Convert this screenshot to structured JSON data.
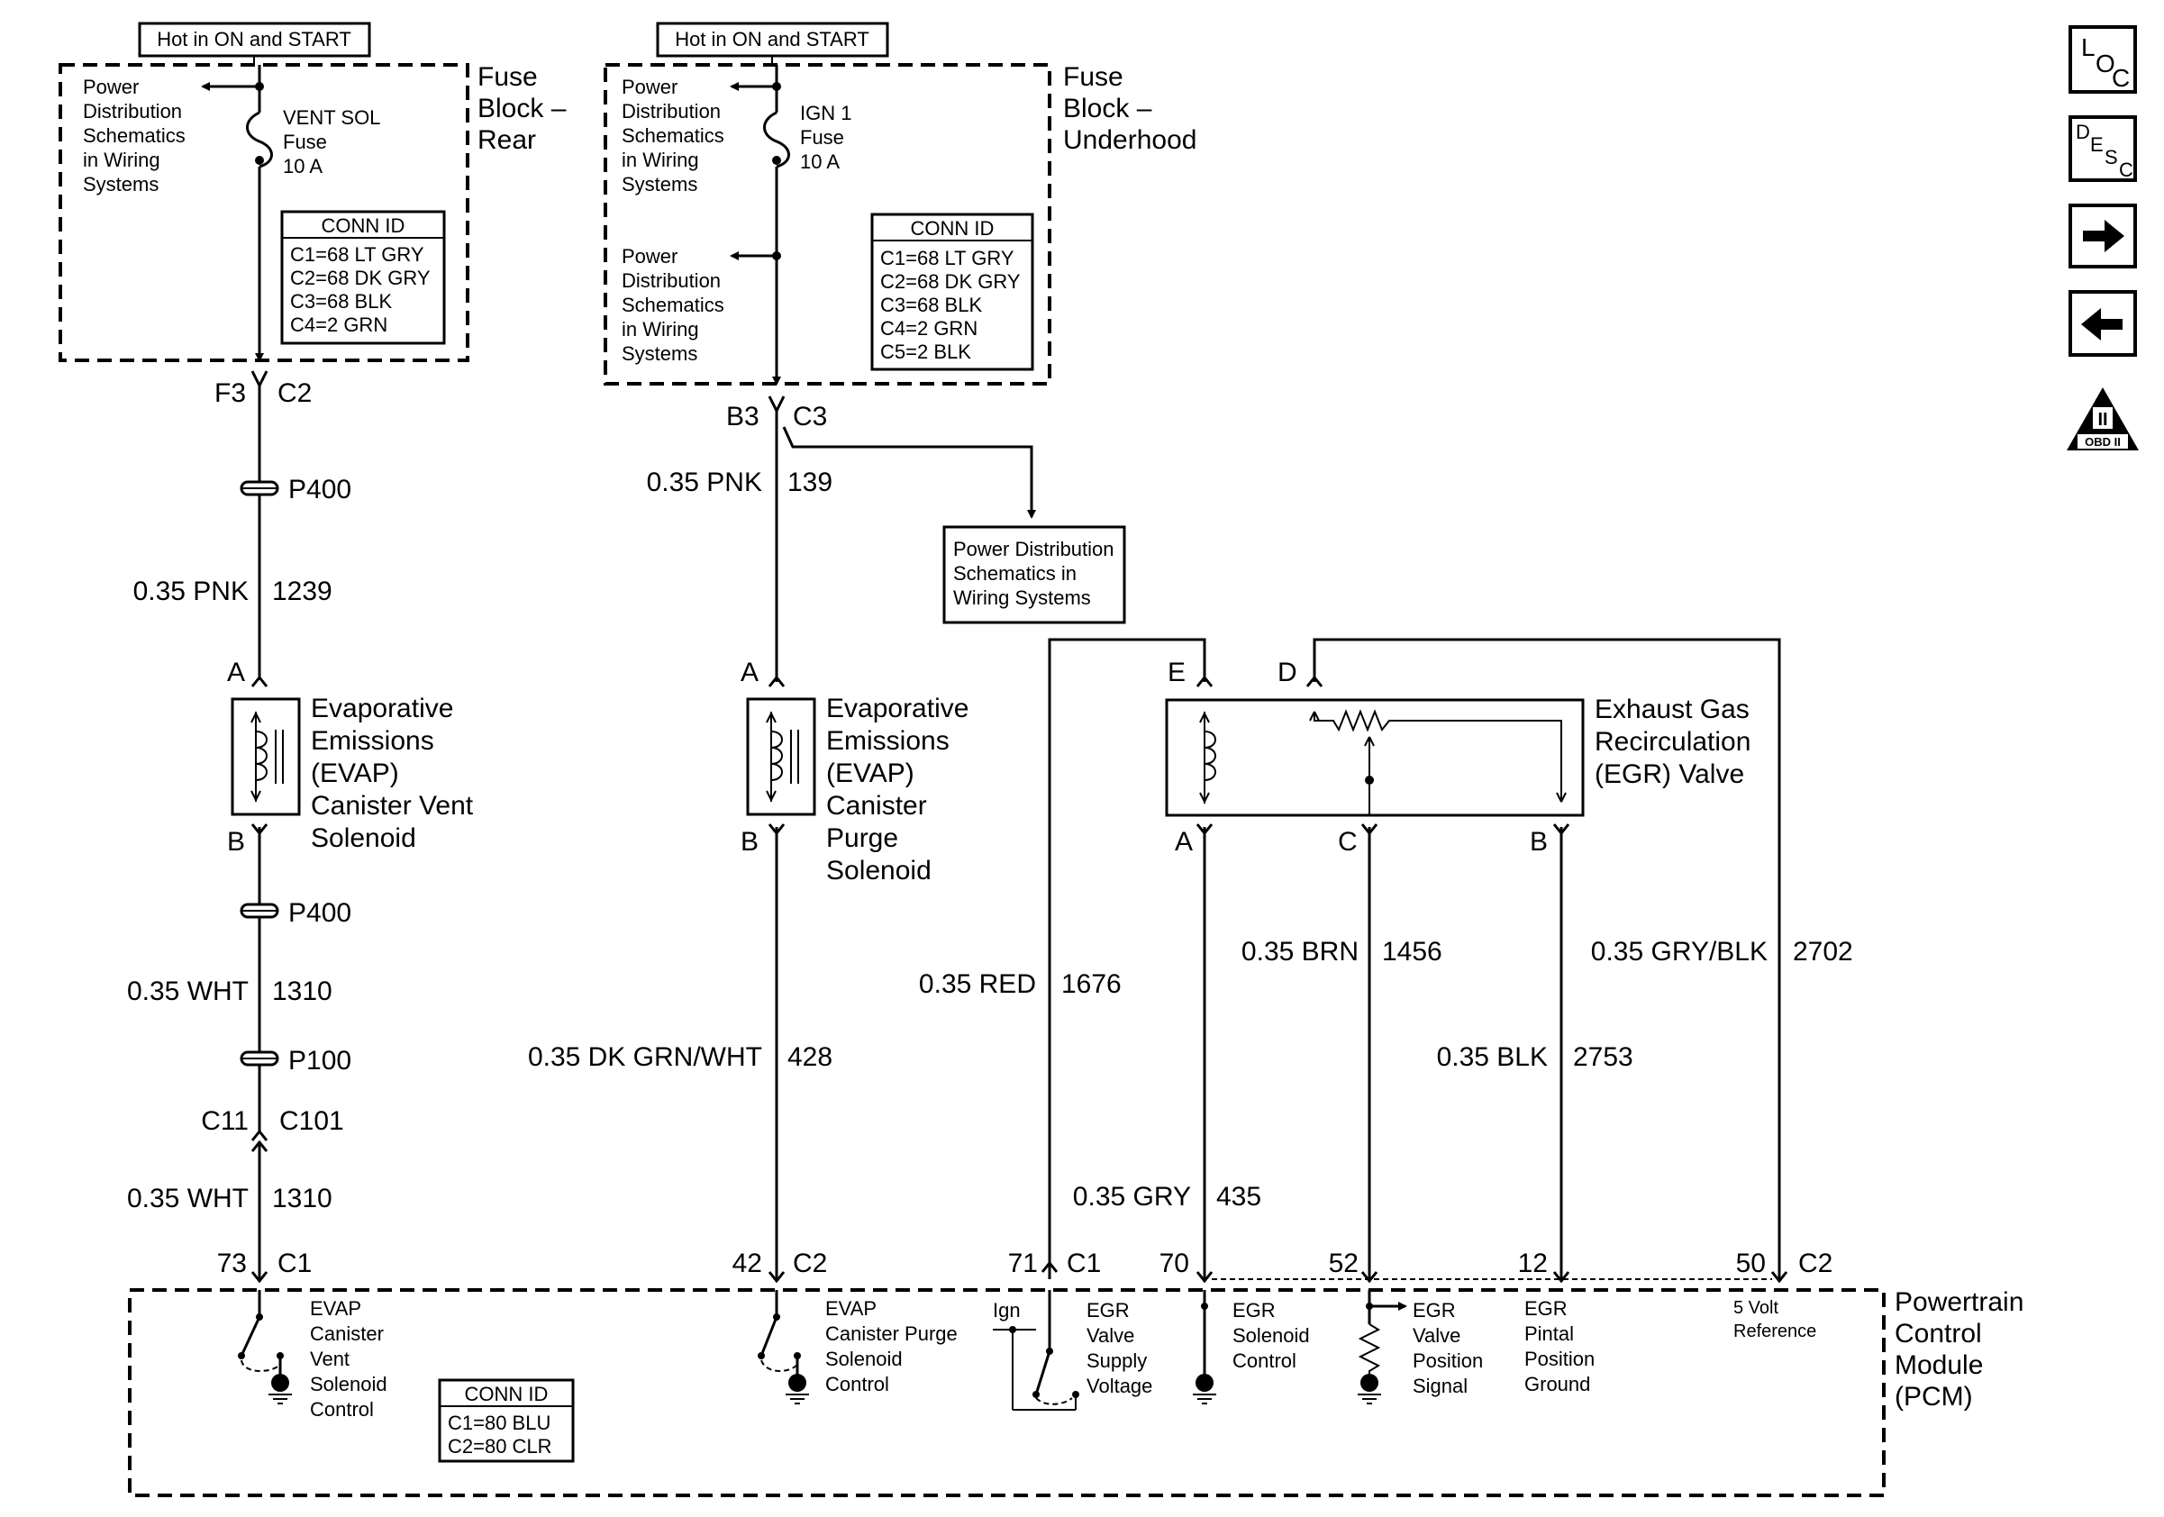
{
  "fuse_rear": {
    "hot_label": "Hot in ON and START",
    "title": [
      "Fuse",
      "Block –",
      "Rear"
    ],
    "power_dist": [
      "Power",
      "Distribution",
      "Schematics",
      "in Wiring",
      "Systems"
    ],
    "fuse_label": [
      "VENT SOL",
      "Fuse",
      "10 A"
    ],
    "conn_title": "CONN ID",
    "conn_rows": [
      "C1=68 LT GRY",
      "C2=68 DK GRY",
      "C3=68 BLK",
      "C4=2 GRN"
    ],
    "terminal": "F3",
    "connector": "C2"
  },
  "fuse_underhood": {
    "hot_label": "Hot in ON and START",
    "title": [
      "Fuse",
      "Block –",
      "Underhood"
    ],
    "power_dist_1": [
      "Power",
      "Distribution",
      "Schematics",
      "in Wiring",
      "Systems"
    ],
    "power_dist_2": [
      "Power",
      "Distribution",
      "Schematics",
      "in Wiring",
      "Systems"
    ],
    "fuse_label": [
      "IGN 1",
      "Fuse",
      "10 A"
    ],
    "conn_title": "CONN ID",
    "conn_rows": [
      "C1=68 LT GRY",
      "C2=68 DK GRY",
      "C3=68 BLK",
      "C4=2 GRN",
      "C5=2 BLK"
    ],
    "terminal": "B3",
    "connector": "C3"
  },
  "power_dist_box": [
    "Power Distribution",
    "Schematics in",
    "Wiring Systems"
  ],
  "vent_circuit": {
    "p400_top": "P400",
    "wire1_color": "0.35 PNK",
    "wire1_num": "1239",
    "pin_a": "A",
    "solenoid": [
      "Evaporative",
      "Emissions",
      "(EVAP)",
      "Canister Vent",
      "Solenoid"
    ],
    "pin_b": "B",
    "p400_bottom": "P400",
    "wire2_color": "0.35 WHT",
    "wire2_num": "1310",
    "p100": "P100",
    "c11": "C11",
    "c101": "C101",
    "wire3_color": "0.35 WHT",
    "wire3_num": "1310",
    "pcm_pin": "73",
    "pcm_conn": "C1"
  },
  "purge_circuit": {
    "wire1_color": "0.35 PNK",
    "wire1_num": "139",
    "pin_a": "A",
    "solenoid": [
      "Evaporative",
      "Emissions",
      "(EVAP)",
      "Canister",
      "Purge",
      "Solenoid"
    ],
    "pin_b": "B",
    "wire2_color": "0.35 DK GRN/WHT",
    "wire2_num": "428",
    "pcm_pin": "42",
    "pcm_conn": "C2"
  },
  "egr": {
    "title": [
      "Exhaust Gas",
      "Recirculation",
      "(EGR) Valve"
    ],
    "pin_e": "E",
    "pin_d": "D",
    "pin_a": "A",
    "pin_c": "C",
    "pin_b": "B",
    "red_color": "0.35 RED",
    "red_num": "1676",
    "gry_color": "0.35 GRY",
    "gry_num": "435",
    "brn_color": "0.35 BRN",
    "brn_num": "1456",
    "blk_color": "0.35 BLK",
    "blk_num": "2753",
    "gryblk_color": "0.35 GRY/BLK",
    "gryblk_num": "2702"
  },
  "pcm": {
    "title": [
      "Powertrain",
      "Control",
      "Module",
      "(PCM)"
    ],
    "pins": {
      "p71": "71",
      "c1": "C1",
      "p70": "70",
      "p52": "52",
      "p12": "12",
      "p50": "50",
      "c2": "C2"
    },
    "vent_ctrl": [
      "EVAP",
      "Canister",
      "Vent",
      "Solenoid",
      "Control"
    ],
    "purge_ctrl": [
      "EVAP",
      "Canister Purge",
      "Solenoid",
      "Control"
    ],
    "ign": "Ign",
    "supply": [
      "EGR",
      "Valve",
      "Supply",
      "Voltage"
    ],
    "sol_ctrl": [
      "EGR",
      "Solenoid",
      "Control"
    ],
    "pos_signal": [
      "EGR",
      "Valve",
      "Position",
      "Signal"
    ],
    "pintal_ground": [
      "EGR",
      "Pintal",
      "Position",
      "Ground"
    ],
    "ref": [
      "5 Volt",
      "Reference"
    ],
    "conn_title": "CONN ID",
    "conn_rows": [
      "C1=80 BLU",
      "C2=80 CLR"
    ]
  },
  "nav": {
    "loc": [
      "L",
      "O",
      "C"
    ],
    "desc": [
      "D",
      "E",
      "S",
      "C"
    ],
    "obd": "OBD II",
    "obd_roman": "II"
  }
}
